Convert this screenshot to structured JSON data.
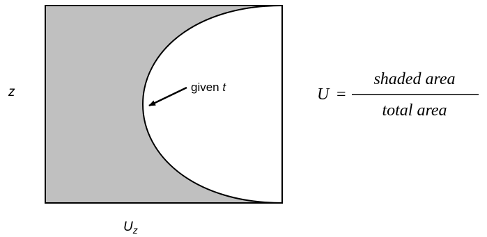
{
  "labels": {
    "vertical_axis": "z",
    "horizontal_axis_main": "U",
    "horizontal_axis_sub": "z",
    "annotation_prefix": "given ",
    "annotation_var": "t"
  },
  "equation": {
    "lhs": "U",
    "equals": "=",
    "numerator": "shaded area",
    "denominator": "total area"
  },
  "colors": {
    "shade": "#c0c0c0",
    "stroke": "#000000",
    "background": "#ffffff"
  }
}
